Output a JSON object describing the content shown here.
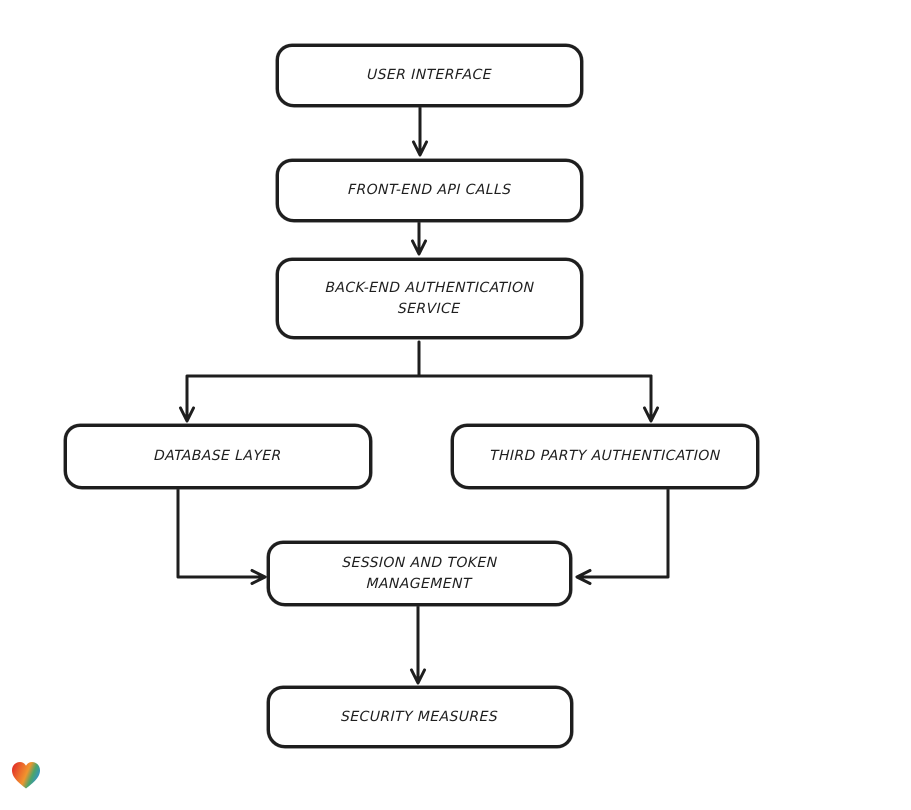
{
  "canvas": {
    "background_color": "#ffffff",
    "stroke_color": "#1e1e1e",
    "node_fill_color": "#ffffff"
  },
  "diagram": {
    "type": "flowchart",
    "nodes": [
      {
        "id": "user-interface",
        "label": "USER INTERFACE"
      },
      {
        "id": "front-end-api-calls",
        "label": "FRONT-END API CALLS"
      },
      {
        "id": "back-end-authentication-service",
        "label": "BACK-END AUTHENTICATION SERVICE"
      },
      {
        "id": "database-layer",
        "label": "DATABASE LAYER"
      },
      {
        "id": "third-party-authentication",
        "label": "THIRD PARTY AUTHENTICATION"
      },
      {
        "id": "session-and-token-management",
        "label": "SESSION AND TOKEN MANAGEMENT"
      },
      {
        "id": "security-measures",
        "label": "SECURITY MEASURES"
      }
    ],
    "edges": [
      {
        "from": "user-interface",
        "to": "front-end-api-calls"
      },
      {
        "from": "front-end-api-calls",
        "to": "back-end-authentication-service"
      },
      {
        "from": "back-end-authentication-service",
        "to": "database-layer"
      },
      {
        "from": "back-end-authentication-service",
        "to": "third-party-authentication"
      },
      {
        "from": "database-layer",
        "to": "session-and-token-management"
      },
      {
        "from": "third-party-authentication",
        "to": "session-and-token-management"
      },
      {
        "from": "session-and-token-management",
        "to": "security-measures"
      }
    ]
  },
  "branding": {
    "logo_icon": "gradient-heart-logo",
    "logo_colors": [
      "#e02b27",
      "#f0952e",
      "#4ba56a",
      "#2f8fd4"
    ]
  }
}
